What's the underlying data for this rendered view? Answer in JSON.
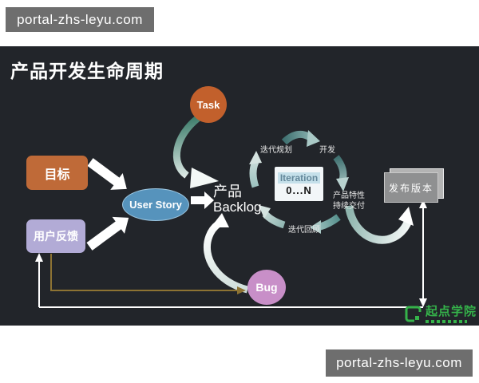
{
  "watermarks": {
    "top": "portal-zhs-leyu.com",
    "bottom": "portal-zhs-leyu.com"
  },
  "slide": {
    "title": "产品开发生命周期",
    "goal_label": "目标",
    "feedback_label": "用户反馈",
    "story_label": "User Story",
    "task_label": "Task",
    "bug_label": "Bug",
    "backlog_line1": "产品",
    "backlog_line2": "Backlog",
    "iteration_title": "Iteration",
    "iteration_count": "0...N",
    "release_label": "发布版本",
    "cycle": {
      "planning": "迭代规划",
      "development": "开发",
      "delivery_line1": "产品特性",
      "delivery_line2": "持续交付",
      "review": "迭代回顾"
    },
    "logo_text": "起点学院",
    "colors": {
      "background_dark": "#22252a",
      "watermark_gray": "#6e6e6e",
      "goal_orange": "#bf6a38",
      "task_orange": "#c2602c",
      "feedback_purple": "#b2abd6",
      "story_blue": "#5693bc",
      "bug_pink": "#c88fc8",
      "release_gray": "#8f9091",
      "cycle_teal_dark": "#3f7070",
      "cycle_teal_light": "#cfe0dd",
      "feedback_line_gold": "#8d7333",
      "logo_green": "#35b34a"
    }
  }
}
